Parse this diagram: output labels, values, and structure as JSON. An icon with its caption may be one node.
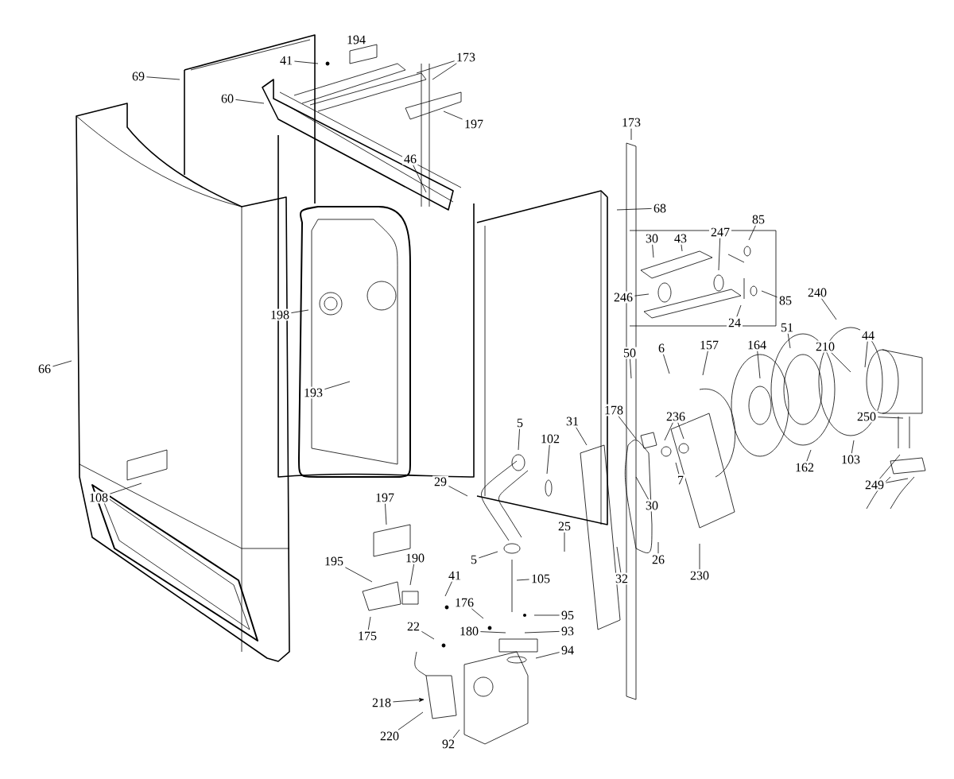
{
  "diagram": {
    "nodes": [
      {
        "text": [
          "41"
        ]
      },
      {
        "text": [
          "173"
        ]
      },
      {
        "text": [
          "69"
        ]
      },
      {
        "text": [
          "60"
        ]
      },
      {
        "text": [
          "197"
        ]
      },
      {
        "text": [
          "46"
        ]
      },
      {
        "text": [
          "198"
        ]
      },
      {
        "text": [
          "66"
        ]
      },
      {
        "text": [
          "193"
        ]
      },
      {
        "text": [
          "108"
        ]
      },
      {
        "text": [
          "173"
        ]
      },
      {
        "text": [
          "68"
        ]
      },
      {
        "text": [
          "30"
        ]
      },
      {
        "text": [
          "43"
        ]
      },
      {
        "text": [
          "247"
        ]
      },
      {
        "text": [
          "85"
        ]
      },
      {
        "text": [
          "246"
        ]
      },
      {
        "text": [
          "85"
        ]
      },
      {
        "text": [
          "24"
        ]
      },
      {
        "text": [
          "240"
        ]
      },
      {
        "text": [
          "157"
        ]
      },
      {
        "text": [
          "164"
        ]
      },
      {
        "text": [
          "51"
        ]
      },
      {
        "text": [
          "210"
        ]
      },
      {
        "text": [
          "44"
        ]
      },
      {
        "text": [
          "50"
        ]
      },
      {
        "text": [
          "6"
        ]
      },
      {
        "text": [
          "178"
        ]
      },
      {
        "text": [
          "236"
        ]
      },
      {
        "text": [
          "31"
        ]
      },
      {
        "text": [
          "5"
        ]
      },
      {
        "text": [
          "102"
        ]
      },
      {
        "text": [
          "7"
        ]
      },
      {
        "text": [
          "30"
        ]
      },
      {
        "text": [
          "162"
        ]
      },
      {
        "text": [
          "103"
        ]
      },
      {
        "text": [
          "250"
        ]
      },
      {
        "text": [
          "249"
        ]
      },
      {
        "text": [
          "25"
        ]
      },
      {
        "text": [
          "26"
        ]
      },
      {
        "text": [
          "32"
        ]
      },
      {
        "text": [
          "230"
        ]
      },
      {
        "text": [
          "105"
        ]
      },
      {
        "text": [
          "29"
        ]
      },
      {
        "text": [
          "197"
        ]
      },
      {
        "text": [
          "5"
        ]
      },
      {
        "text": [
          "195"
        ]
      },
      {
        "text": [
          "190"
        ]
      },
      {
        "text": [
          "41"
        ]
      },
      {
        "text": [
          "176"
        ]
      },
      {
        "text": [
          "180"
        ]
      },
      {
        "text": [
          "22"
        ]
      },
      {
        "text": [
          "175"
        ]
      },
      {
        "text": [
          "95"
        ]
      },
      {
        "text": [
          "93"
        ]
      },
      {
        "text": [
          "94"
        ]
      },
      {
        "text": [
          "218"
        ]
      },
      {
        "text": [
          "220"
        ]
      },
      {
        "text": [
          "92"
        ]
      }
    ],
    "edges": [
      {
        "from": 0,
        "to": null,
        "arrow": "none"
      },
      {
        "from": 1,
        "to": null,
        "arrow": "none"
      },
      {
        "from": 1,
        "to": null,
        "arrow": "none"
      },
      {
        "from": 2,
        "to": null,
        "arrow": "none"
      },
      {
        "from": 3,
        "to": null,
        "arrow": "none"
      },
      {
        "from": 4,
        "to": null,
        "arrow": "none"
      },
      {
        "from": 5,
        "to": null,
        "arrow": "none"
      },
      {
        "from": 6,
        "to": null,
        "arrow": "none"
      },
      {
        "from": 7,
        "to": null,
        "arrow": "none"
      },
      {
        "from": 8,
        "to": null,
        "arrow": "none"
      },
      {
        "from": 9,
        "to": null,
        "arrow": "none"
      },
      {
        "from": 10,
        "to": null,
        "arrow": "none"
      },
      {
        "from": 11,
        "to": null,
        "arrow": "none"
      },
      {
        "from": 12,
        "to": null,
        "arrow": "none"
      },
      {
        "from": 13,
        "to": null,
        "arrow": "none"
      },
      {
        "from": 14,
        "to": null,
        "arrow": "none"
      },
      {
        "from": 15,
        "to": null,
        "arrow": "none"
      },
      {
        "from": 16,
        "to": null,
        "arrow": "none"
      },
      {
        "from": 17,
        "to": null,
        "arrow": "none"
      },
      {
        "from": 18,
        "to": null,
        "arrow": "none"
      },
      {
        "from": 19,
        "to": null,
        "arrow": "none"
      },
      {
        "from": 20,
        "to": null,
        "arrow": "none"
      },
      {
        "from": 21,
        "to": null,
        "arrow": "none"
      },
      {
        "from": 22,
        "to": null,
        "arrow": "none"
      },
      {
        "from": 23,
        "to": null,
        "arrow": "none"
      },
      {
        "from": 24,
        "to": null,
        "arrow": "none"
      },
      {
        "from": 25,
        "to": null,
        "arrow": "none"
      },
      {
        "from": 26,
        "to": null,
        "arrow": "none"
      },
      {
        "from": 27,
        "to": null,
        "arrow": "none"
      },
      {
        "from": 28,
        "to": null,
        "arrow": "none"
      },
      {
        "from": 28,
        "to": null,
        "arrow": "none"
      },
      {
        "from": 29,
        "to": null,
        "arrow": "none"
      },
      {
        "from": 30,
        "to": null,
        "arrow": "none"
      },
      {
        "from": 31,
        "to": null,
        "arrow": "none"
      },
      {
        "from": 32,
        "to": null,
        "arrow": "none"
      },
      {
        "from": 33,
        "to": null,
        "arrow": "none"
      },
      {
        "from": 34,
        "to": null,
        "arrow": "none"
      },
      {
        "from": 35,
        "to": null,
        "arrow": "none"
      },
      {
        "from": 36,
        "to": null,
        "arrow": "none"
      },
      {
        "from": 37,
        "to": null,
        "arrow": "none"
      },
      {
        "from": 37,
        "to": null,
        "arrow": "none"
      },
      {
        "from": 38,
        "to": null,
        "arrow": "none"
      },
      {
        "from": 39,
        "to": null,
        "arrow": "none"
      },
      {
        "from": 40,
        "to": null,
        "arrow": "none"
      },
      {
        "from": 41,
        "to": null,
        "arrow": "none"
      },
      {
        "from": 42,
        "to": null,
        "arrow": "none"
      },
      {
        "from": 43,
        "to": null,
        "arrow": "none"
      },
      {
        "from": 44,
        "to": null,
        "arrow": "none"
      },
      {
        "from": 45,
        "to": null,
        "arrow": "none"
      },
      {
        "from": 46,
        "to": null,
        "arrow": "none"
      },
      {
        "from": 47,
        "to": null,
        "arrow": "none"
      },
      {
        "from": 48,
        "to": null,
        "arrow": "none"
      },
      {
        "from": 49,
        "to": null,
        "arrow": "none"
      },
      {
        "from": 50,
        "to": null,
        "arrow": "none"
      },
      {
        "from": 51,
        "to": null,
        "arrow": "none"
      },
      {
        "from": 52,
        "to": null,
        "arrow": "none"
      },
      {
        "from": 53,
        "to": null,
        "arrow": "none"
      },
      {
        "from": 54,
        "to": null,
        "arrow": "none"
      },
      {
        "from": 55,
        "to": null,
        "arrow": "none"
      },
      {
        "from": 56,
        "to": null,
        "arrow": "to"
      },
      {
        "from": 57,
        "to": null,
        "arrow": "none"
      },
      {
        "from": 58,
        "to": null,
        "arrow": "none"
      }
    ],
    "labels": [
      "194"
    ]
  }
}
